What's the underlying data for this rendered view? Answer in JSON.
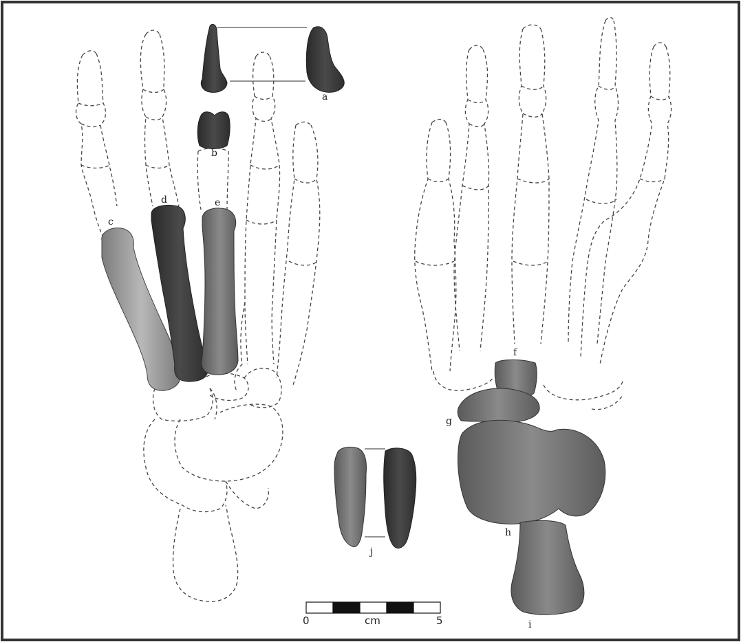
{
  "figure": {
    "labels": {
      "a": "a",
      "b": "b",
      "c": "c",
      "d": "d",
      "e": "e",
      "f": "f",
      "g": "g",
      "h": "h",
      "i": "i",
      "j": "j"
    },
    "scale_bar": {
      "start": "0",
      "unit": "cm",
      "end": "5",
      "segments": 5
    },
    "colors": {
      "border": "#333333",
      "outline": "#444444",
      "bone_dark": "#3a3a3a",
      "bone_mid": "#6e6e6e",
      "bone_light": "#a8a8a8"
    }
  }
}
